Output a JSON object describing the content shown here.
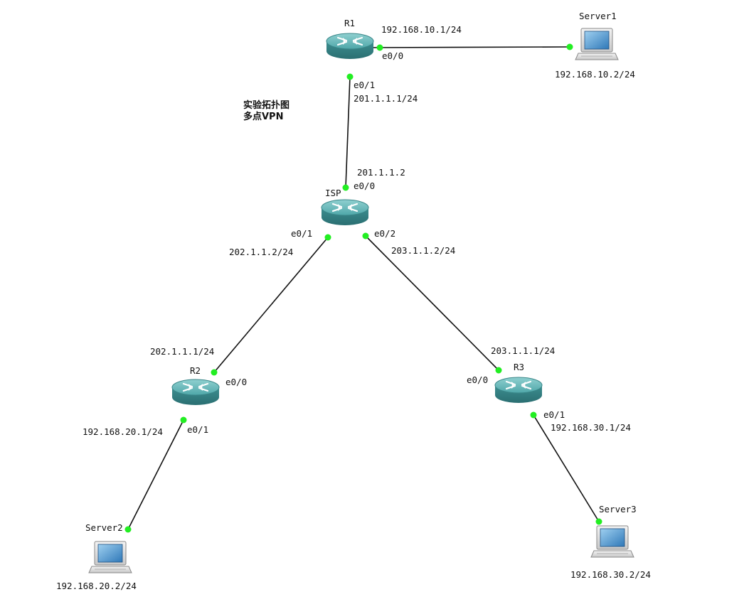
{
  "notes": {
    "line1": "实验拓扑图",
    "line2": "多点VPN"
  },
  "routers": {
    "r1": {
      "name": "R1"
    },
    "isp": {
      "name": "ISP"
    },
    "r2": {
      "name": "R2"
    },
    "r3": {
      "name": "R3"
    }
  },
  "servers": {
    "s1": {
      "name": "Server1",
      "ip": "192.168.10.2/24"
    },
    "s2": {
      "name": "Server2",
      "ip": "192.168.20.2/24"
    },
    "s3": {
      "name": "Server3",
      "ip": "192.168.30.2/24"
    }
  },
  "links": {
    "r1_server1": {
      "ip": "192.168.10.1/24",
      "port": "e0/0"
    },
    "r1_isp": {
      "r1_port": "e0/1",
      "r1_ip": "201.1.1.1/24",
      "isp_ip": "201.1.1.2",
      "isp_port": "e0/0"
    },
    "isp_r2": {
      "isp_port": "e0/1",
      "isp_ip": "202.1.1.2/24",
      "r2_ip": "202.1.1.1/24",
      "r2_port": "e0/0"
    },
    "isp_r3": {
      "isp_port": "e0/2",
      "isp_ip": "203.1.1.2/24",
      "r3_ip": "203.1.1.1/24",
      "r3_port": "e0/0"
    },
    "r2_server2": {
      "ip": "192.168.20.1/24",
      "port": "e0/1"
    },
    "r3_server3": {
      "port": "e0/1",
      "ip": "192.168.30.1/24"
    }
  }
}
